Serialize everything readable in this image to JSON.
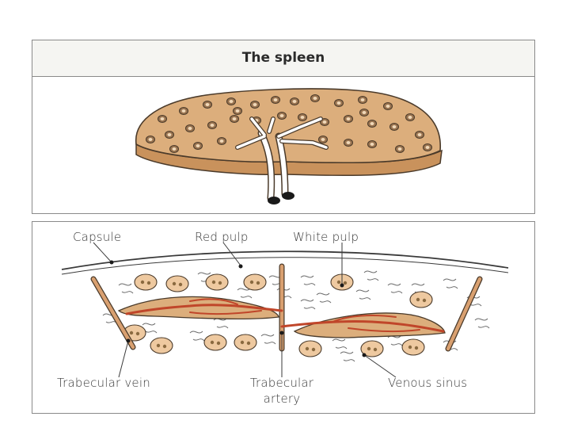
{
  "figure": {
    "title": "The spleen",
    "labels": {
      "capsule": "Capsule",
      "red_pulp": "Red pulp",
      "white_pulp": "White pulp",
      "trabecular_vein": "Trabecular vein",
      "trabecular_artery_line1": "Trabecular",
      "trabecular_artery_line2": "artery",
      "venous_sinus": "Venous sinus"
    },
    "colors": {
      "organ_fill": "#dcae7c",
      "organ_rim": "#c9925c",
      "outline": "#4a3a2a",
      "vessel_red": "#c0462a",
      "trabecula": "#d9a070",
      "nodule_fill": "#eec9a0",
      "hilum_vessel": "#ffffff"
    }
  }
}
